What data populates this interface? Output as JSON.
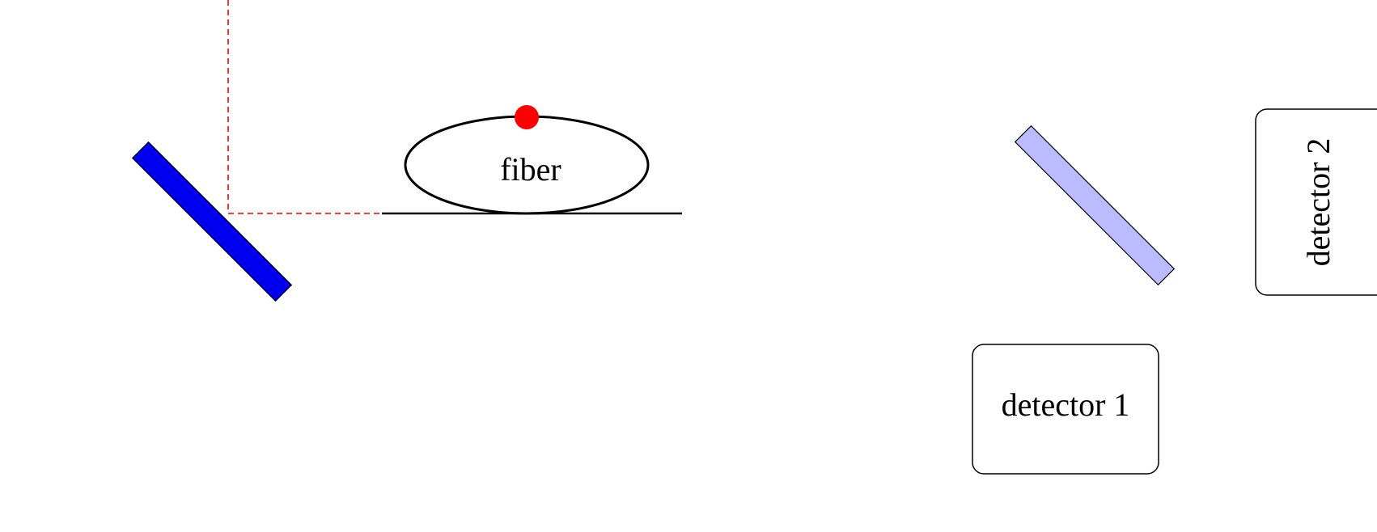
{
  "labels": {
    "fiber": "fiber",
    "detector_1": "detector 1",
    "detector_2": "detector 2"
  },
  "colors": {
    "beam": "#ff0000",
    "mirror": "#0000ee",
    "beam_splitter": "#bbbbff",
    "outline": "#000000",
    "photon": "#ff0000"
  },
  "icons": {
    "mirror": "mirror-icon",
    "beam_splitter": "beam-splitter-icon",
    "photon": "photon-dot-icon"
  }
}
